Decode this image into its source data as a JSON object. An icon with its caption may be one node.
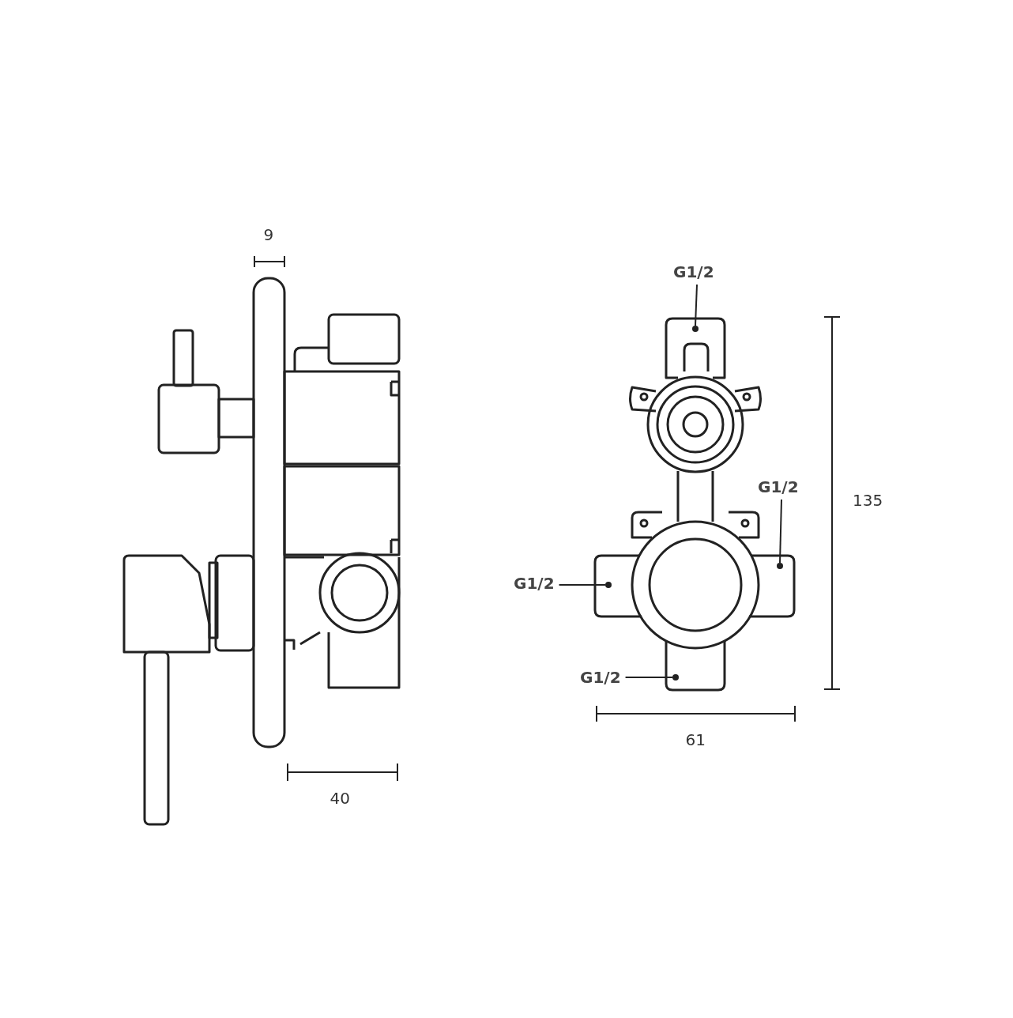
{
  "diagram": {
    "nodes": [
      {
        "text": [
          "G1/2"
        ]
      },
      {
        "text": [
          "G1/2"
        ]
      },
      {
        "text": [
          "G1/2"
        ]
      },
      {
        "text": [
          "G1/2"
        ]
      },
      {
        "text": [],
        "shape": "circle"
      },
      {
        "text": [],
        "shape": "circle"
      },
      {
        "text": [],
        "shape": "circle"
      },
      {
        "text": [],
        "shape": "circle"
      }
    ],
    "edges": [
      {
        "from": 0,
        "to": 4,
        "arrow": "none"
      },
      {
        "from": 1,
        "to": 5,
        "arrow": "none"
      },
      {
        "from": 2,
        "to": 6,
        "arrow": "none"
      },
      {
        "from": 3,
        "to": 7,
        "arrow": "none"
      }
    ],
    "labels": [
      "9",
      "135",
      "61",
      "40"
    ]
  }
}
